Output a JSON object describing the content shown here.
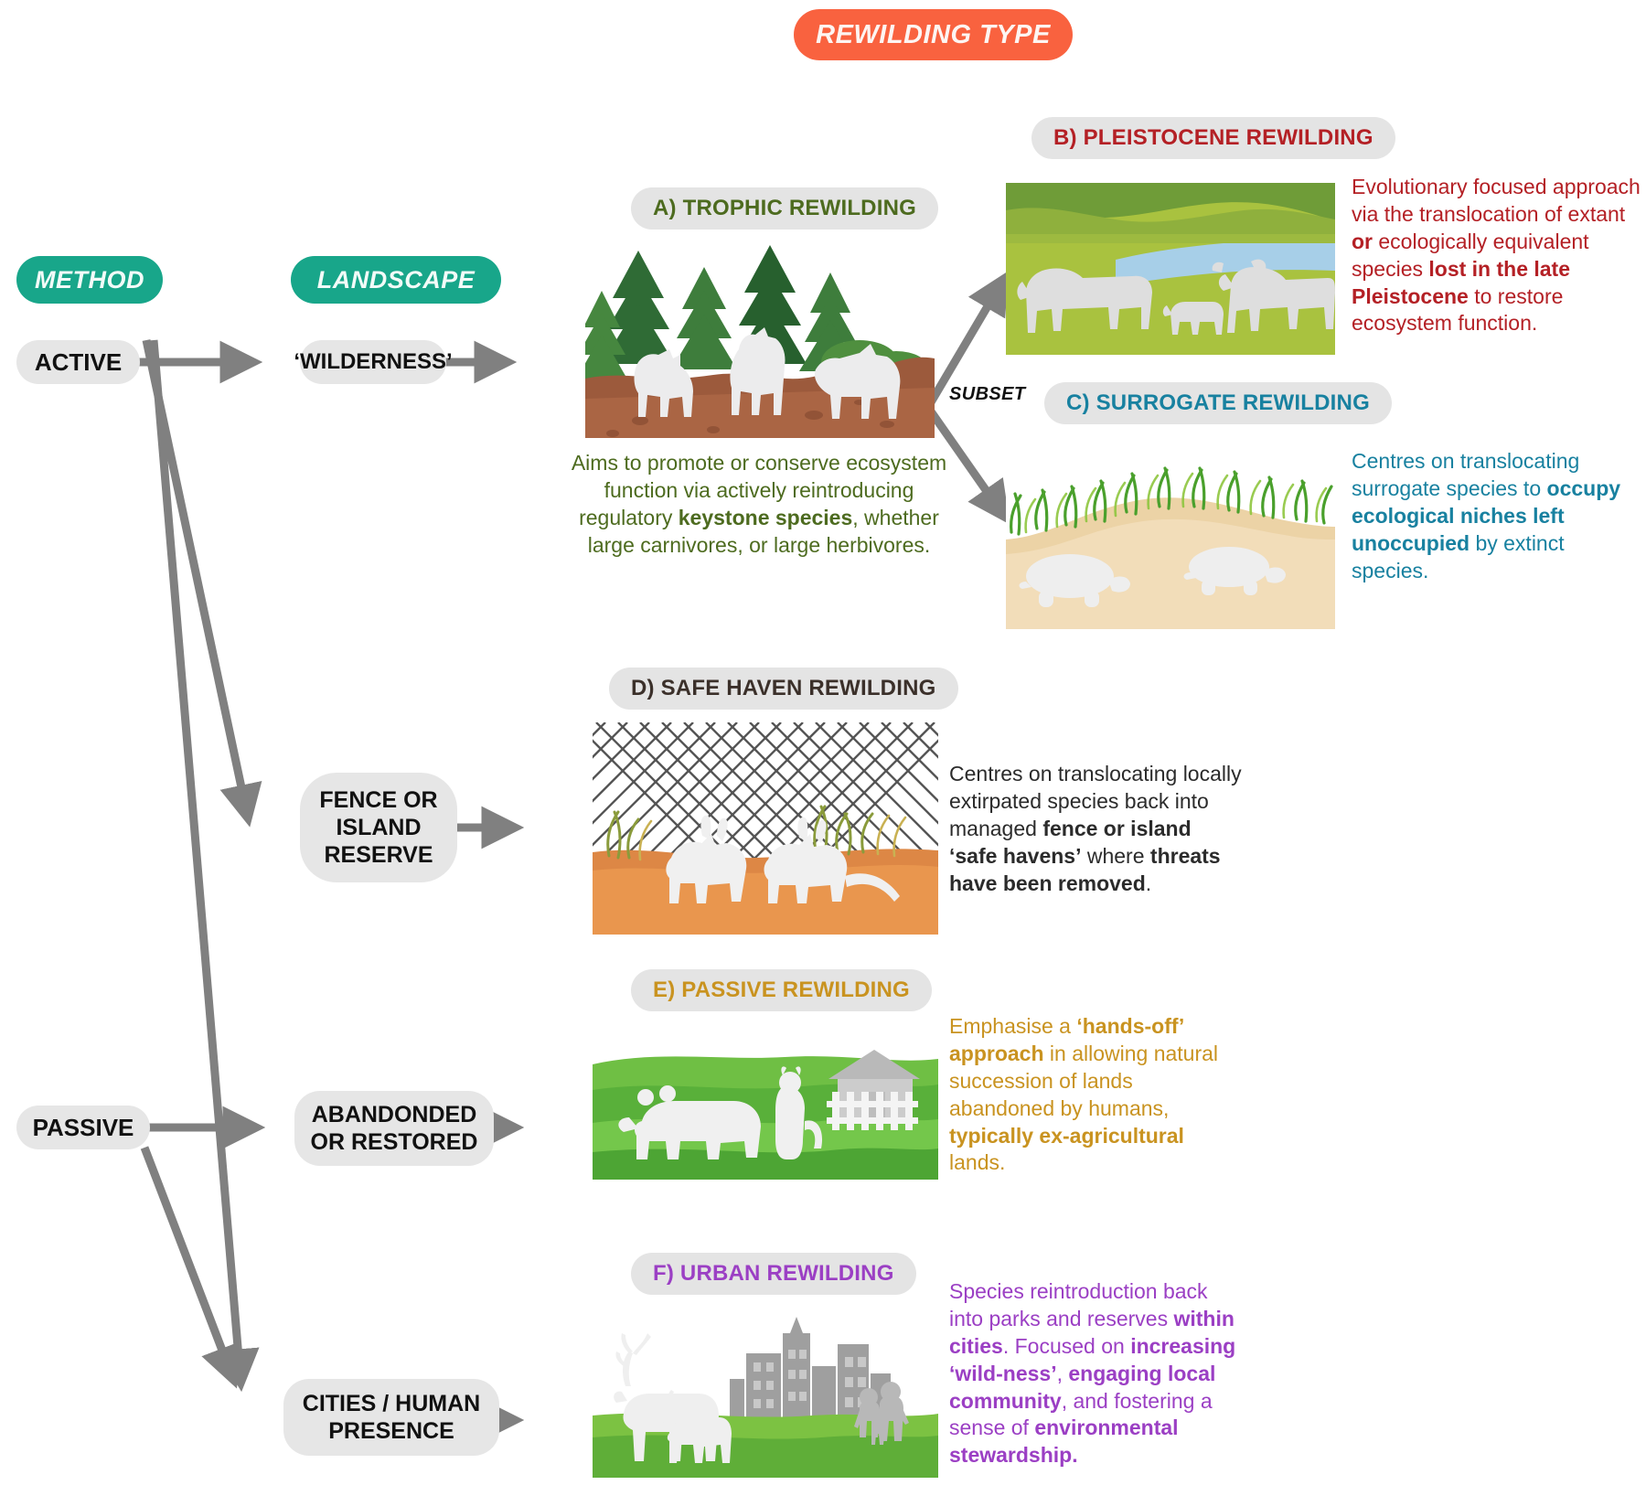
{
  "title": {
    "label": "REWILDING TYPE",
    "color": "#f9623f"
  },
  "columns": {
    "method": {
      "label": "METHOD",
      "color": "#18a68a"
    },
    "landscape": {
      "label": "LANDSCAPE",
      "color": "#18a68a"
    }
  },
  "methods": [
    {
      "id": "active",
      "label": "ACTIVE"
    },
    {
      "id": "passive",
      "label": "PASSIVE"
    }
  ],
  "landscapes": [
    {
      "id": "wilderness",
      "label": "‘WILDERNESS’"
    },
    {
      "id": "fence-or-island-reserve",
      "label": "FENCE OR ISLAND RESERVE"
    },
    {
      "id": "abandoned-or-restored",
      "label": "ABANDONDED OR RESTORED"
    },
    {
      "id": "cities-human-presence",
      "label": "CITIES / HUMAN PRESENCE"
    }
  ],
  "connector_label": "SUBSET",
  "types": [
    {
      "id": "trophic",
      "heading": "A) TROPHIC REWILDING",
      "color": "#4d6b1f",
      "caption_parts": [
        {
          "t": "Aims to promote or conserve ecosystem function via actively reintroducing regulatory ",
          "b": false
        },
        {
          "t": "keystone species",
          "b": true
        },
        {
          "t": ", whether large carnivores, or large herbivores.",
          "b": false
        }
      ],
      "art": "wolves-forest"
    },
    {
      "id": "pleistocene",
      "heading": "B) PLEISTOCENE  REWILDING",
      "color": "#b42025",
      "caption_parts": [
        {
          "t": "Evolutionary focused approach via the translocation of extant ",
          "b": false
        },
        {
          "t": "or",
          "b": true
        },
        {
          "t": " ecologically equivalent species ",
          "b": false
        },
        {
          "t": "lost in the late Pleistocene",
          "b": true
        },
        {
          "t": " to restore ecosystem function.",
          "b": false
        }
      ],
      "art": "bison-grassland"
    },
    {
      "id": "surrogate",
      "heading": "C) SURROGATE REWILDING",
      "color": "#1881a0",
      "caption_parts": [
        {
          "t": "Centres on translocating surrogate species to ",
          "b": false
        },
        {
          "t": "occupy ecological niches left unoccupied",
          "b": true
        },
        {
          "t": " by extinct species.",
          "b": false
        }
      ],
      "art": "tortoise-dune"
    },
    {
      "id": "safe-haven",
      "heading": "D) SAFE HAVEN REWILDING",
      "color": "#3b302a",
      "caption_parts": [
        {
          "t": "Centres on translocating locally extirpated species back into managed ",
          "b": false
        },
        {
          "t": "fence or island ‘safe havens’",
          "b": true
        },
        {
          "t": " where ",
          "b": false
        },
        {
          "t": "threats have been removed",
          "b": true
        },
        {
          "t": ".",
          "b": false
        }
      ],
      "art": "bilby-fence"
    },
    {
      "id": "passive-rewilding",
      "heading": "E) PASSIVE REWILDING",
      "color": "#c99320",
      "caption_parts": [
        {
          "t": "Emphasise a ",
          "b": false
        },
        {
          "t": "‘hands-off’ approach",
          "b": true
        },
        {
          "t": " in allowing natural succession of lands abandoned by humans, ",
          "b": false
        },
        {
          "t": "typically ex-agricultural",
          "b": true
        },
        {
          "t": " lands.",
          "b": false
        }
      ],
      "art": "bear-meadow"
    },
    {
      "id": "urban",
      "heading": "F) URBAN REWILDING",
      "color": "#9b3fc4",
      "caption_parts": [
        {
          "t": "Species reintroduction back into  parks and reserves ",
          "b": false
        },
        {
          "t": "within cities",
          "b": true
        },
        {
          "t": ". Focused on ",
          "b": false
        },
        {
          "t": "increasing ‘wild-ness’",
          "b": true
        },
        {
          "t": ", ",
          "b": false
        },
        {
          "t": "engaging local community",
          "b": true
        },
        {
          "t": ", and fostering a sense of ",
          "b": false
        },
        {
          "t": "environmental stewardship.",
          "b": true
        }
      ],
      "art": "deer-city"
    }
  ],
  "palette": {
    "arrow": "#808080",
    "pill_grey": "#e6e6e6",
    "teal": "#18a68a",
    "orange": "#f9623f"
  }
}
